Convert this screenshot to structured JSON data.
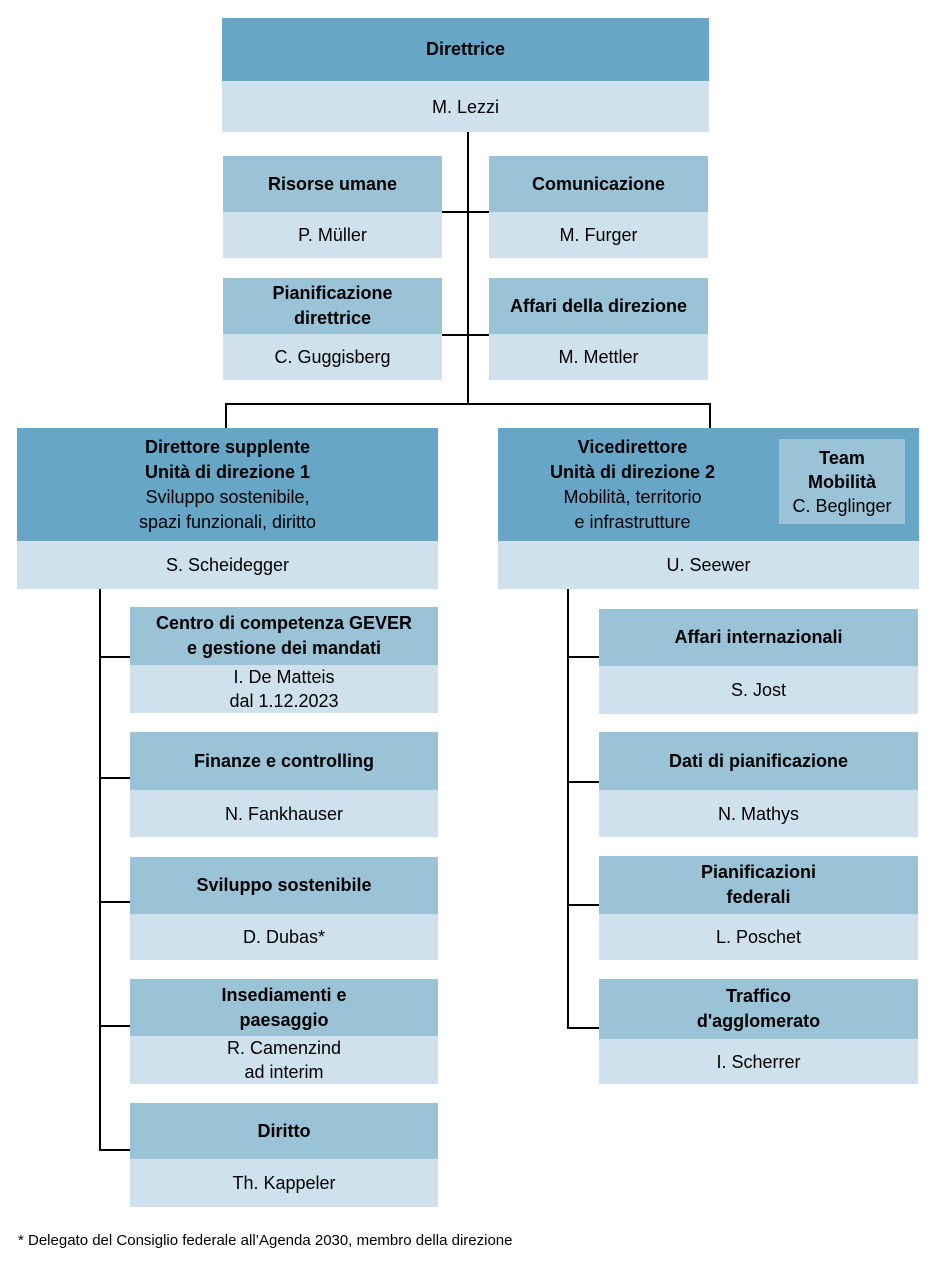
{
  "director": {
    "title": "Direttrice",
    "name": "M. Lezzi"
  },
  "staff": {
    "hr": {
      "title": "Risorse umane",
      "name": "P. Müller"
    },
    "comm": {
      "title": "Comunicazione",
      "name": "M. Furger"
    },
    "plan": {
      "title_1": "Pianificazione",
      "title_2": "direttrice",
      "name": "C. Guggisberg"
    },
    "affairs": {
      "title": "Affari della direzione",
      "name": "M. Mettler"
    }
  },
  "unit1": {
    "title_1": "Direttore supplente",
    "title_2": "Unità di direzione 1",
    "desc_1": "Sviluppo sostenibile,",
    "desc_2": "spazi funzionali, diritto",
    "name": "S. Scheidegger",
    "sections": [
      {
        "title_1": "Centro di competenza GEVER",
        "title_2": "e gestione dei mandati",
        "name_1": "I. De Matteis",
        "name_2": "dal 1.12.2023"
      },
      {
        "title_1": "Finanze e controlling",
        "name_1": "N. Fankhauser"
      },
      {
        "title_1": "Sviluppo sostenibile",
        "name_1": "D. Dubas*"
      },
      {
        "title_1": "Insediamenti e",
        "title_2": "paesaggio",
        "name_1": "R. Camenzind",
        "name_2": "ad interim"
      },
      {
        "title_1": "Diritto",
        "name_1": "Th. Kappeler"
      }
    ]
  },
  "unit2": {
    "title_1": "Vicedirettore",
    "title_2": "Unità di direzione 2",
    "desc_1": "Mobilità, territorio",
    "desc_2": "e infrastrutture",
    "name": "U. Seewer",
    "team": {
      "title_1": "Team",
      "title_2": "Mobilità",
      "name": "C. Beglinger"
    },
    "sections": [
      {
        "title_1": "Affari internazionali",
        "name_1": "S. Jost"
      },
      {
        "title_1": "Dati di pianificazione",
        "name_1": "N. Mathys"
      },
      {
        "title_1": "Pianificazioni",
        "title_2": "federali",
        "name_1": "L. Poschet"
      },
      {
        "title_1": "Traffico",
        "title_2": "d'agglomerato",
        "name_1": "I. Scherrer"
      }
    ]
  },
  "footnote": "* Delegato del Consiglio federale all’Agenda 2030, membro della direzione",
  "colors": {
    "header_dark": "#67a6c6",
    "header_mid": "#9bc3d7",
    "body_light": "#cfe1ec",
    "lines": "#000000"
  }
}
